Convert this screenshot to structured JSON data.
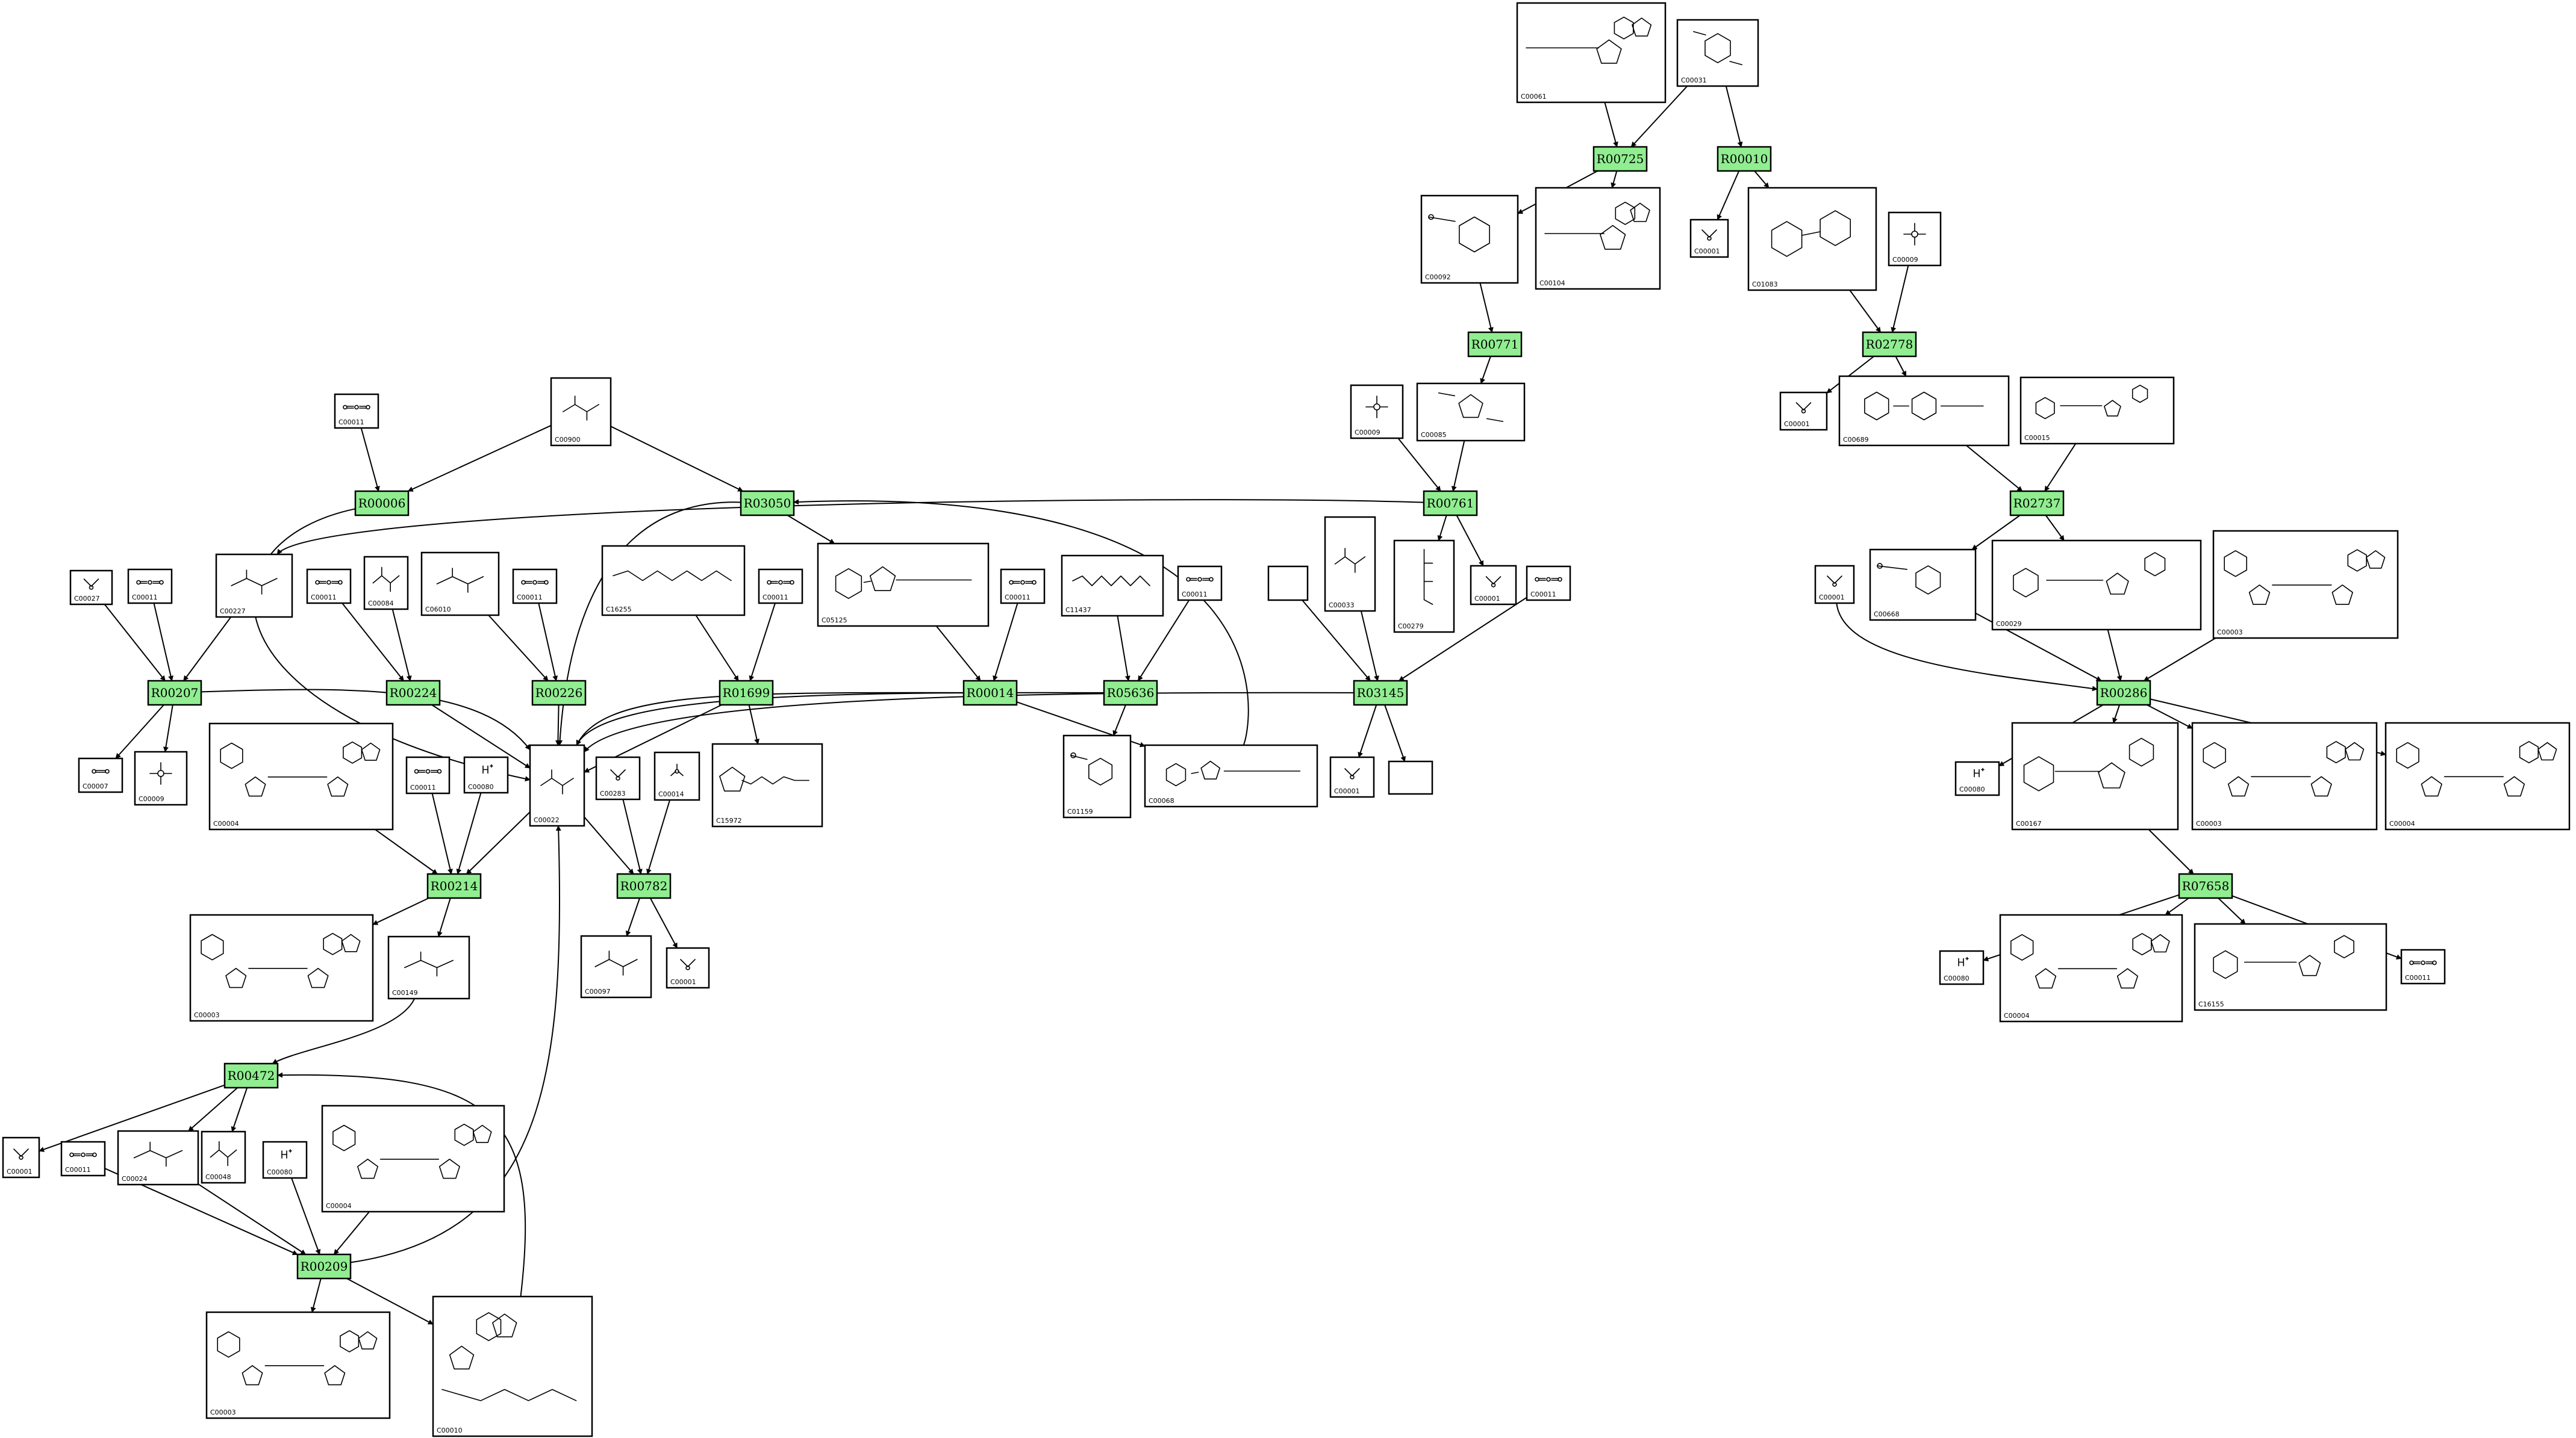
{
  "colors": {
    "reaction": "#90ee90",
    "compound": "#ffffff",
    "stroke": "#000000"
  },
  "reactions": [
    {
      "id": "r1",
      "label": "R00725"
    },
    {
      "id": "r2",
      "label": "R00010"
    },
    {
      "id": "r3",
      "label": "R00771"
    },
    {
      "id": "r4",
      "label": "R02778"
    },
    {
      "id": "r5",
      "label": "R00761"
    },
    {
      "id": "r6",
      "label": "R02737"
    },
    {
      "id": "r7",
      "label": "R00006"
    },
    {
      "id": "r8",
      "label": "R03050"
    },
    {
      "id": "r9",
      "label": "R00207"
    },
    {
      "id": "r10",
      "label": "R00224"
    },
    {
      "id": "r11",
      "label": "R00226"
    },
    {
      "id": "r12",
      "label": "R01699"
    },
    {
      "id": "r13",
      "label": "R00014"
    },
    {
      "id": "r14",
      "label": "R05636"
    },
    {
      "id": "r15",
      "label": "R03145"
    },
    {
      "id": "r16",
      "label": "R00286"
    },
    {
      "id": "r17",
      "label": "R00214"
    },
    {
      "id": "r18",
      "label": "R00782"
    },
    {
      "id": "r19",
      "label": "R07658"
    },
    {
      "id": "r20",
      "label": "R00472"
    },
    {
      "id": "r21",
      "label": "R00209"
    }
  ],
  "compounds": [
    {
      "id": "c1",
      "label": "C00061"
    },
    {
      "id": "c2",
      "label": "C00031"
    },
    {
      "id": "c3",
      "label": "C00092"
    },
    {
      "id": "c4",
      "label": "C00104"
    },
    {
      "id": "c5",
      "label": "C00001"
    },
    {
      "id": "c6",
      "label": "C01083"
    },
    {
      "id": "c7",
      "label": "C00009"
    },
    {
      "id": "c8",
      "label": "C00085"
    },
    {
      "id": "c9",
      "label": "C00009"
    },
    {
      "id": "c10",
      "label": "C00001"
    },
    {
      "id": "c11",
      "label": "C00689"
    },
    {
      "id": "c12",
      "label": "C00015"
    },
    {
      "id": "c13",
      "label": "C00011"
    },
    {
      "id": "c14",
      "label": "C00900"
    },
    {
      "id": "c15",
      "label": "C00279"
    },
    {
      "id": "c16",
      "label": "C00001"
    },
    {
      "id": "c17",
      "label": "C00668"
    },
    {
      "id": "c18",
      "label": "C00029"
    },
    {
      "id": "c19",
      "label": "C00003"
    },
    {
      "id": "c20",
      "label": "C00027"
    },
    {
      "id": "c21",
      "label": "C00011"
    },
    {
      "id": "c22",
      "label": "C00227"
    },
    {
      "id": "c23",
      "label": "C00011"
    },
    {
      "id": "c24",
      "label": "C00084"
    },
    {
      "id": "c25",
      "label": "C06010"
    },
    {
      "id": "c26",
      "label": "C00011"
    },
    {
      "id": "c27",
      "label": "C16255"
    },
    {
      "id": "c28",
      "label": "C00011"
    },
    {
      "id": "c29",
      "label": "C05125"
    },
    {
      "id": "c30",
      "label": "C00011"
    },
    {
      "id": "c31",
      "label": "C11437"
    },
    {
      "id": "c32",
      "label": "C00011"
    },
    {
      "id": "c33",
      "label": ""
    },
    {
      "id": "c34",
      "label": "C00033"
    },
    {
      "id": "c35",
      "label": "C00011"
    },
    {
      "id": "c36",
      "label": "C00001"
    },
    {
      "id": "c37",
      "label": "C00007"
    },
    {
      "id": "c38",
      "label": "C00009"
    },
    {
      "id": "c39",
      "label": "C00004"
    },
    {
      "id": "c40",
      "label": "C00011"
    },
    {
      "id": "c41",
      "label": "C00080"
    },
    {
      "id": "c42",
      "label": "C00022"
    },
    {
      "id": "c43",
      "label": "C00283"
    },
    {
      "id": "c44",
      "label": "C00014"
    },
    {
      "id": "c45",
      "label": "C15972"
    },
    {
      "id": "c46",
      "label": "C01159"
    },
    {
      "id": "c47",
      "label": "C00068"
    },
    {
      "id": "c48",
      "label": "C00001"
    },
    {
      "id": "c49",
      "label": ""
    },
    {
      "id": "c50",
      "label": "C00080"
    },
    {
      "id": "c51",
      "label": "C00167"
    },
    {
      "id": "c52",
      "label": "C00003"
    },
    {
      "id": "c53",
      "label": "C00004"
    },
    {
      "id": "c54",
      "label": "C00003"
    },
    {
      "id": "c55",
      "label": "C00149"
    },
    {
      "id": "c56",
      "label": "C00097"
    },
    {
      "id": "c57",
      "label": "C00001"
    },
    {
      "id": "c58",
      "label": "C00080"
    },
    {
      "id": "c59",
      "label": "C00004"
    },
    {
      "id": "c60",
      "label": "C16155"
    },
    {
      "id": "c61",
      "label": "C00011"
    },
    {
      "id": "c62",
      "label": "C00001"
    },
    {
      "id": "c63",
      "label": "C00011"
    },
    {
      "id": "c64",
      "label": "C00024"
    },
    {
      "id": "c65",
      "label": "C00048"
    },
    {
      "id": "c66",
      "label": "C00080"
    },
    {
      "id": "c67",
      "label": "C00004"
    },
    {
      "id": "c68",
      "label": "C00003"
    },
    {
      "id": "c69",
      "label": "C00010"
    }
  ]
}
